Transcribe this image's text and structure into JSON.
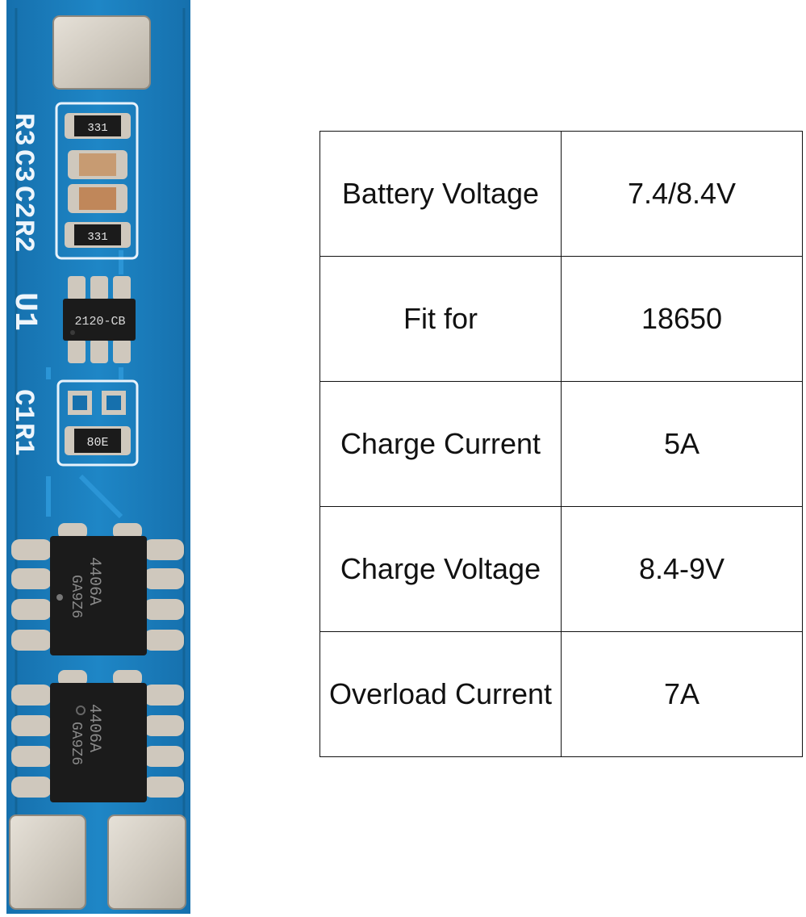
{
  "board": {
    "silkscreen": [
      "R3",
      "C3",
      "C2",
      "R2",
      "U1",
      "C1",
      "R1"
    ],
    "chip_markings": {
      "r3": "331",
      "r2": "331",
      "u1": "2120-CB",
      "r1": "80E",
      "q1_line1": "4406A",
      "q1_line2": "GA9Z6",
      "q2_line1": "4406A",
      "q2_line2": "GA9Z6"
    },
    "colors": {
      "pcb": "#1a7fc0",
      "pad": "#cfc8bd",
      "chip": "#1b1b1b"
    }
  },
  "specs": [
    {
      "label": "Battery Voltage",
      "value": "7.4/8.4V"
    },
    {
      "label": "Fit for",
      "value": "18650"
    },
    {
      "label": "Charge Current",
      "value": "5A"
    },
    {
      "label": "Charge Voltage",
      "value": "8.4-9V"
    },
    {
      "label": "Overload Current",
      "value": "7A"
    }
  ]
}
